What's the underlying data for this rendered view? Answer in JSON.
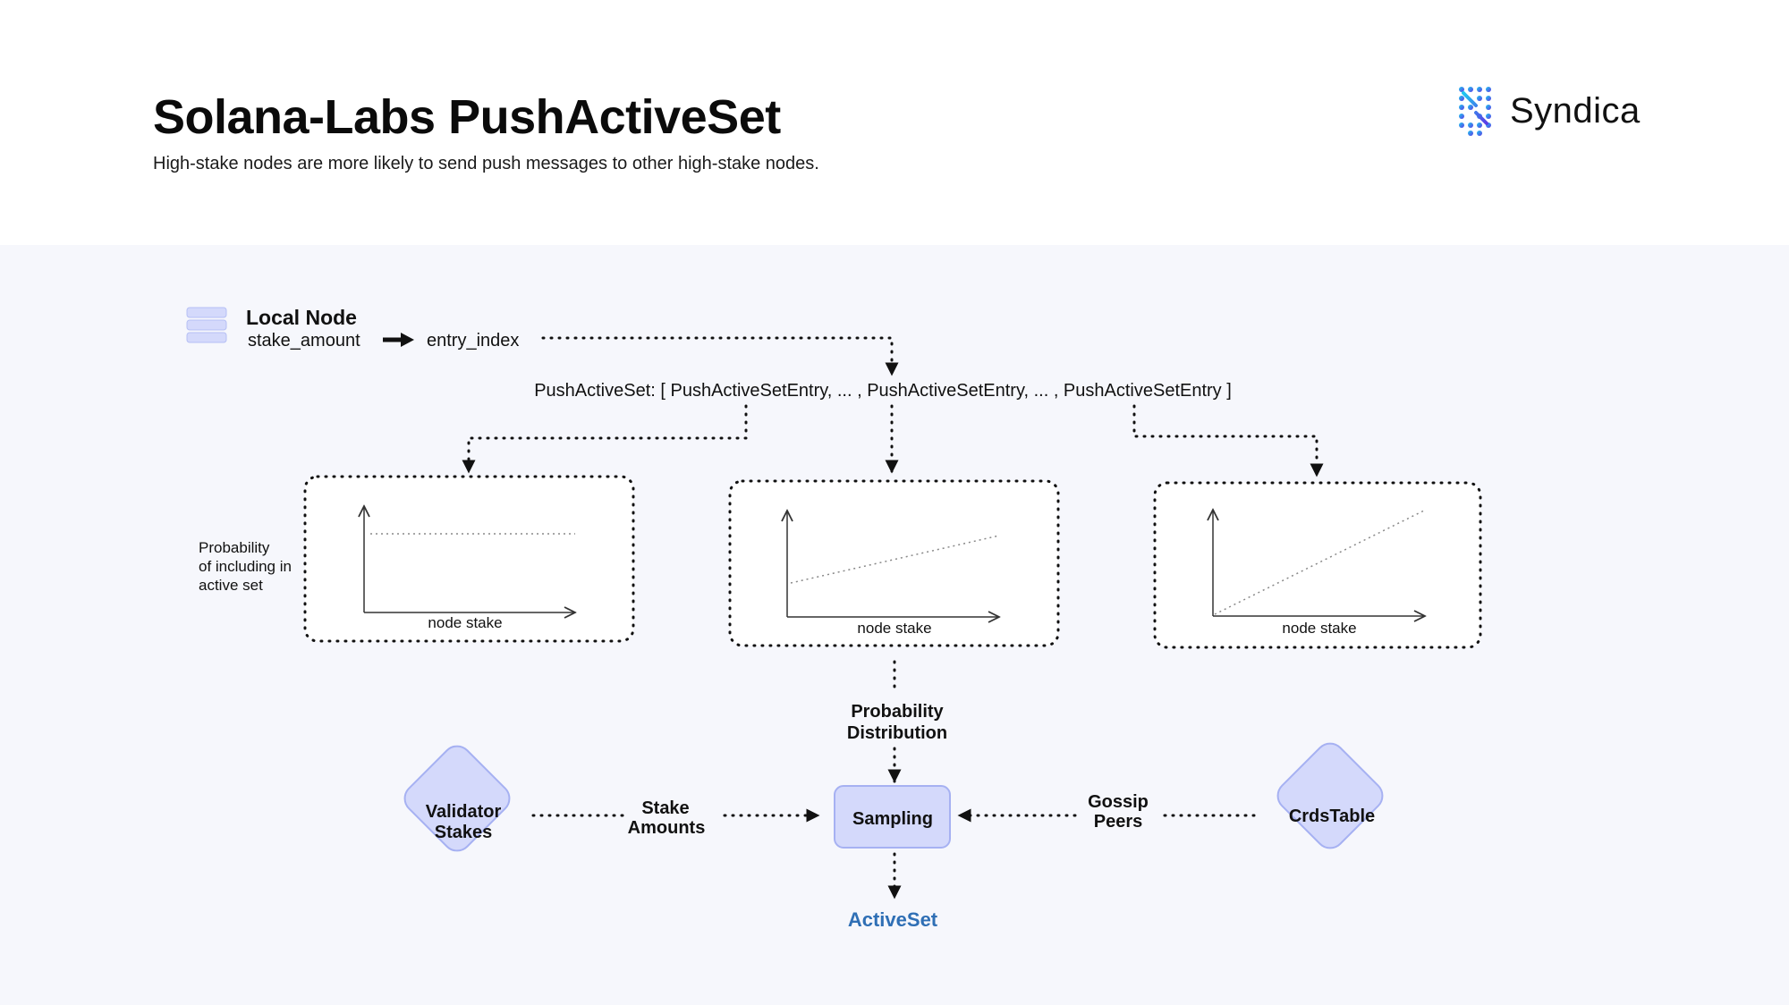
{
  "header": {
    "title": "Solana-Labs PushActiveSet",
    "subtitle": "High-stake nodes are more likely to send push messages to other high-stake nodes."
  },
  "logo": {
    "text": "Syndica",
    "icon": "syndica-logo-icon",
    "gradient": [
      "#1ec8f0",
      "#5b3ce6"
    ]
  },
  "local_node": {
    "title": "Local Node",
    "stake_label": "stake_amount",
    "entry_label": "entry_index",
    "icon": "database-stack-icon"
  },
  "push_active_set_label": "PushActiveSet: [ PushActiveSetEntry, ... , PushActiveSetEntry, ... , PushActiveSetEntry ]",
  "probability_axis_label": [
    "Probability",
    "of including in",
    "active set"
  ],
  "plots": [
    {
      "xlabel": "node stake",
      "trend": "flat"
    },
    {
      "xlabel": "node stake",
      "trend": "gentle-slope"
    },
    {
      "xlabel": "node stake",
      "trend": "steep-slope"
    }
  ],
  "probability_distribution": [
    "Probability",
    "Distribution"
  ],
  "validator_stakes": [
    "Validator",
    "Stakes"
  ],
  "stake_amounts": [
    "Stake",
    "Amounts"
  ],
  "sampling": "Sampling",
  "gossip_peers": [
    "Gossip",
    "Peers"
  ],
  "crds_table": "CrdsTable",
  "active_set": "ActiveSet",
  "colors": {
    "node_fill": "#d4d9fb",
    "node_stroke": "#a6b1f2",
    "active_set": "#2f6fb5",
    "panel_bg": "#f6f7fc"
  }
}
